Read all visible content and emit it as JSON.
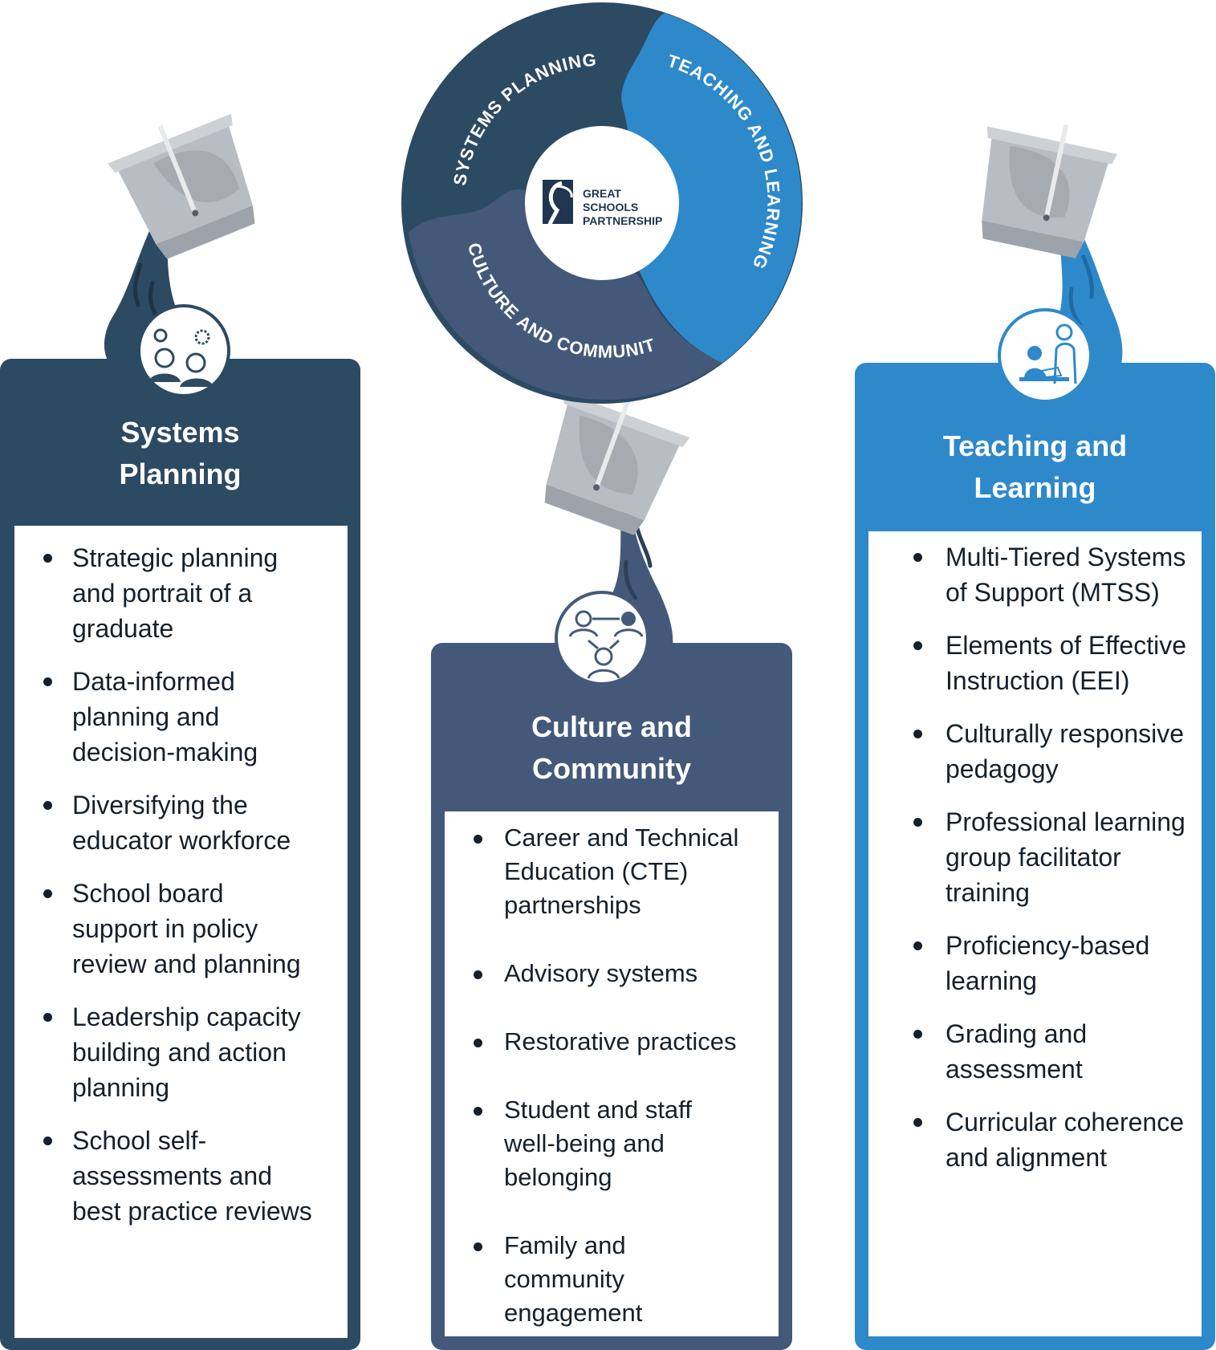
{
  "wheel": {
    "segments": [
      {
        "label": "SYSTEMS PLANNING",
        "color": "#2d4a63"
      },
      {
        "label": "TEACHING AND LEARNING",
        "color": "#2e89cb"
      },
      {
        "label": "CULTURE AND COMMUNITY",
        "color": "#44597a"
      }
    ],
    "logo_lines": [
      "GREAT",
      "SCHOOLS",
      "PARTNERSHIP"
    ]
  },
  "cards": {
    "systems": {
      "title_lines": [
        "Systems",
        "Planning"
      ],
      "color": "#2d4a63",
      "icon": "team-ideas-icon",
      "items": [
        [
          "Strategic planning",
          "and portrait of a",
          "graduate"
        ],
        [
          "Data-informed",
          "planning and",
          "decision-making"
        ],
        [
          "Diversifying the",
          "educator workforce"
        ],
        [
          "School board",
          "support in policy",
          "review and planning"
        ],
        [
          "Leadership capacity",
          "building and action",
          "planning"
        ],
        [
          "School self-",
          "assessments and",
          "best practice reviews"
        ]
      ]
    },
    "culture": {
      "title_lines": [
        "Culture and",
        "Community"
      ],
      "color": "#44597a",
      "icon": "community-network-icon",
      "items": [
        [
          "Career and Technical",
          "Education (CTE)",
          "partnerships"
        ],
        [
          "Advisory systems"
        ],
        [
          "Restorative practices"
        ],
        [
          "Student and staff",
          "well-being and",
          "belonging"
        ],
        [
          "Family and",
          "community",
          "engagement"
        ]
      ]
    },
    "teaching": {
      "title_lines": [
        "Teaching and",
        "Learning"
      ],
      "color": "#2e89cb",
      "icon": "teacher-student-icon",
      "items": [
        [
          "Multi-Tiered Systems",
          "of Support (MTSS)"
        ],
        [
          "Elements of Effective",
          "Instruction (EEI)"
        ],
        [
          "Culturally responsive",
          "pedagogy"
        ],
        [
          "Professional learning",
          "group facilitator",
          "training"
        ],
        [
          "Proficiency-based",
          "learning"
        ],
        [
          "Grading and",
          "assessment"
        ],
        [
          "Curricular coherence",
          "and alignment"
        ]
      ]
    }
  }
}
